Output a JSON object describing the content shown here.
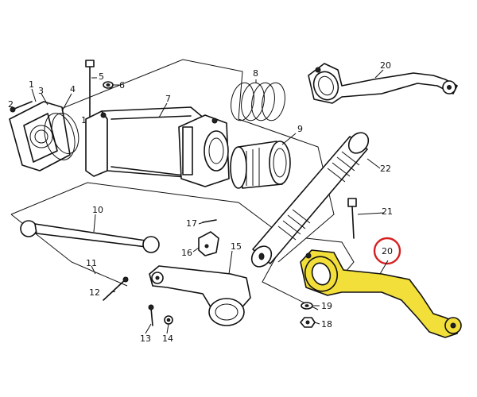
{
  "diagram": {
    "highlight_color": "#f2df3a",
    "callout_circle_color": "#d62020",
    "labels": {
      "p1": "1",
      "p2": "2",
      "p3": "3",
      "p4": "4",
      "p5": "5",
      "p6": "6",
      "p7": "7",
      "p8": "8",
      "p9": "9",
      "p10": "10",
      "p11": "11",
      "p12": "12",
      "p13": "13",
      "p14": "14",
      "p15": "15",
      "p16": "16",
      "p17": "17",
      "p18": "18",
      "p19": "19",
      "p20_top": "20",
      "p20_circled": "20",
      "p21": "21",
      "p22": "22",
      "p1b": "1"
    }
  }
}
